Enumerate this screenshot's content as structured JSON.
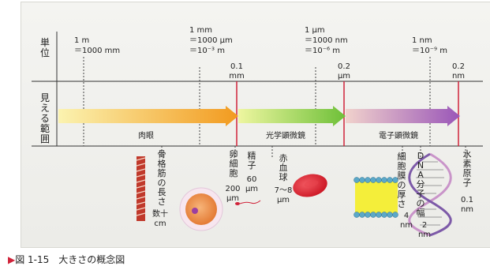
{
  "row_labels": {
    "unit": "単位",
    "visible": "見える範囲"
  },
  "scales": [
    {
      "line1": "1 m",
      "line2": "＝1000 mm",
      "line3": ""
    },
    {
      "line1": "1 mm",
      "line2": "＝1000 μm",
      "line3": "＝10⁻³ m"
    },
    {
      "line1": "1 μm",
      "line2": "＝1000 nm",
      "line3": "＝10⁻⁶ m"
    },
    {
      "line1": "1 nm",
      "line2": "＝10⁻⁹ m",
      "line3": ""
    }
  ],
  "thresholds": [
    {
      "value": "0.1",
      "unit": "mm"
    },
    {
      "value": "0.2",
      "unit": "μm"
    },
    {
      "value": "0.2",
      "unit": "nm"
    }
  ],
  "segments": [
    {
      "label": "肉眼",
      "color": "#f29a1e"
    },
    {
      "label": "光学顕微鏡",
      "color": "#7cc43a"
    },
    {
      "label": "電子顕微鏡",
      "color": "#9a56b8"
    }
  ],
  "objects": {
    "muscle": {
      "name": "骨格筋の長さ",
      "value": "数十",
      "unit": "cm"
    },
    "egg": {
      "name": "卵細胞",
      "value": "200",
      "unit": "μm"
    },
    "sperm": {
      "name": "精子",
      "value": "60",
      "unit": "μm"
    },
    "rbc": {
      "name": "赤血球",
      "value": "7〜8",
      "unit": "μm"
    },
    "membrane": {
      "name": "細胞膜の厚さ",
      "value": "4",
      "unit": "nm"
    },
    "dna": {
      "name": "DNA分子の幅",
      "value": "2",
      "unit": "nm"
    },
    "hydrogen": {
      "name": "水素原子",
      "value": "0.1",
      "unit": "nm"
    }
  },
  "caption": {
    "marker": "▶",
    "text": "図 1-15　大きさの概念図"
  }
}
